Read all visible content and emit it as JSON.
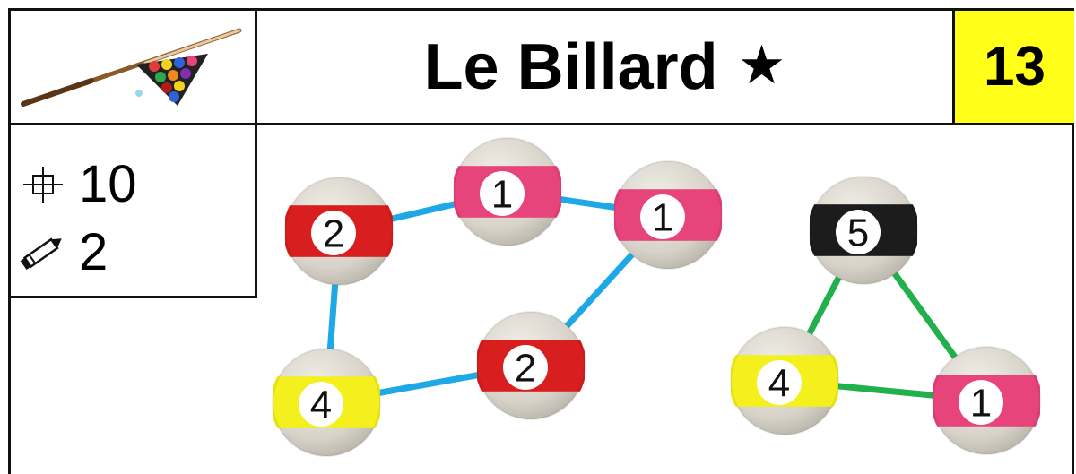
{
  "header": {
    "title": "Le Billard",
    "star": "★",
    "number": "13",
    "number_bg": "#ffff1a"
  },
  "stats": {
    "target_value": "10",
    "pencil_value": "2"
  },
  "puzzle": {
    "balls": [
      {
        "id": "b2a",
        "label": "2",
        "color": "#d81e1e"
      },
      {
        "id": "b1a",
        "label": "1",
        "color": "#e6447a"
      },
      {
        "id": "b1b",
        "label": "1",
        "color": "#e6447a"
      },
      {
        "id": "b4a",
        "label": "4",
        "color": "#f3f01e"
      },
      {
        "id": "b2b",
        "label": "2",
        "color": "#d81e1e"
      },
      {
        "id": "b5",
        "label": "5",
        "color": "#1c1c1c"
      },
      {
        "id": "b4b",
        "label": "4",
        "color": "#f3f01e"
      },
      {
        "id": "b1c",
        "label": "1",
        "color": "#e6447a"
      }
    ],
    "groups": [
      {
        "color": "#1fa8e6",
        "links": [
          [
            "b2a",
            "b1a"
          ],
          [
            "b1a",
            "b1b"
          ],
          [
            "b1b",
            "b2b"
          ],
          [
            "b2b",
            "b4a"
          ],
          [
            "b4a",
            "b2a"
          ]
        ]
      },
      {
        "color": "#21b04b",
        "links": [
          [
            "b5",
            "b4b"
          ],
          [
            "b4b",
            "b1c"
          ],
          [
            "b1c",
            "b5"
          ]
        ]
      }
    ]
  }
}
